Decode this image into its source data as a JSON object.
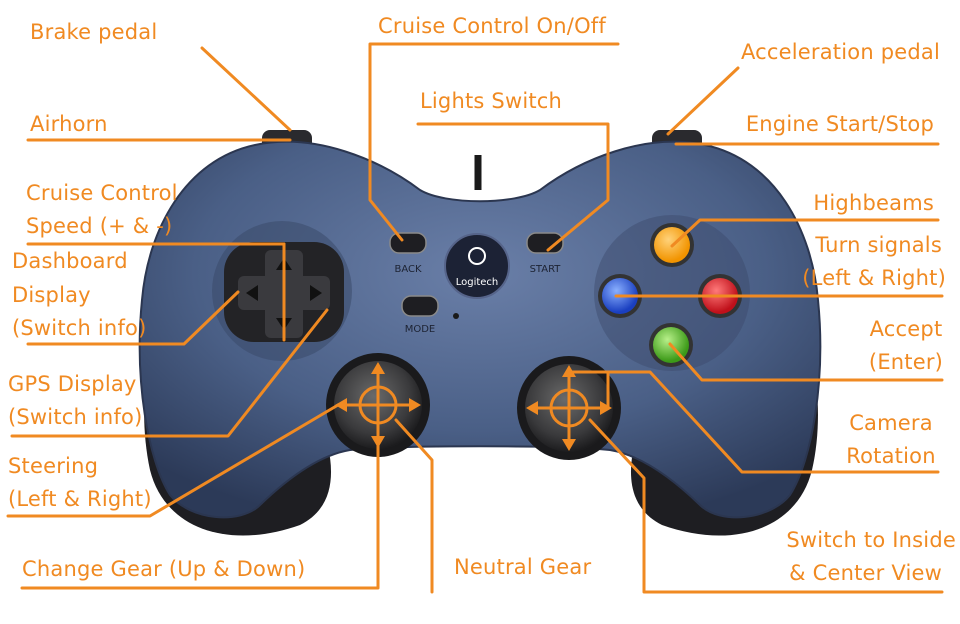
{
  "diagram": {
    "labels": {
      "brake_pedal": "Brake pedal",
      "airhorn": "Airhorn",
      "cruise_speed_1": "Cruise Control",
      "cruise_speed_2": "Speed (+ & -)",
      "dashboard_1": "Dashboard",
      "dashboard_2": "Display",
      "dashboard_3": "(Switch info)",
      "gps_1": "GPS Display",
      "gps_2": "(Switch info)",
      "steering_1": "Steering",
      "steering_2": "(Left & Right)",
      "change_gear": "Change Gear (Up & Down)",
      "neutral_gear": "Neutral Gear",
      "cruise_onoff": "Cruise Control On/Off",
      "lights_switch": "Lights Switch",
      "accel_pedal": "Acceleration pedal",
      "engine": "Engine Start/Stop",
      "highbeams": "Highbeams",
      "turn_1": "Turn signals",
      "turn_2": "(Left & Right)",
      "accept_1": "Accept",
      "accept_2": "(Enter)",
      "camera_1": "Camera",
      "camera_2": "Rotation",
      "switch_view_1": "Switch to Inside",
      "switch_view_2": "& Center View"
    },
    "controller": {
      "back_label": "BACK",
      "start_label": "START",
      "mode_label": "MODE",
      "brand": "Logitech"
    },
    "colors": {
      "annotation": "#F08A22",
      "body": "#4A5F86",
      "grip": "#1E1E22",
      "button_y": "#F29400",
      "button_b": "#D8161E",
      "button_a": "#48B020",
      "button_x": "#1E4FD8"
    }
  }
}
